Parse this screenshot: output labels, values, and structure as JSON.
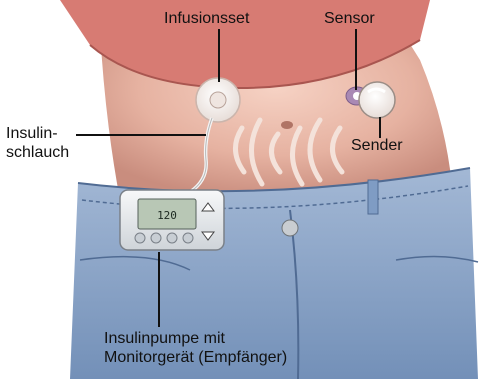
{
  "labels": {
    "infusionsset": "Infusionsset",
    "sensor": "Sensor",
    "sender": "Sender",
    "insulinschlauch_line1": "Insulin-",
    "insulinschlauch_line2": "schlauch",
    "pumpe_line1": "Insulinpumpe mit",
    "pumpe_line2": "Monitorgerät (Empfänger)"
  },
  "pump_screen": {
    "value": "120"
  },
  "colors": {
    "skin": "#e9b9a8",
    "skin_shadow": "#c98d7e",
    "jeans": "#8aa3c6",
    "jeans_dark": "#5e7ba5",
    "pump_body": "#e8ebee",
    "pump_screen": "#b8c7b5",
    "signal_wave": "#f4e2da",
    "leader_line": "#111111"
  }
}
